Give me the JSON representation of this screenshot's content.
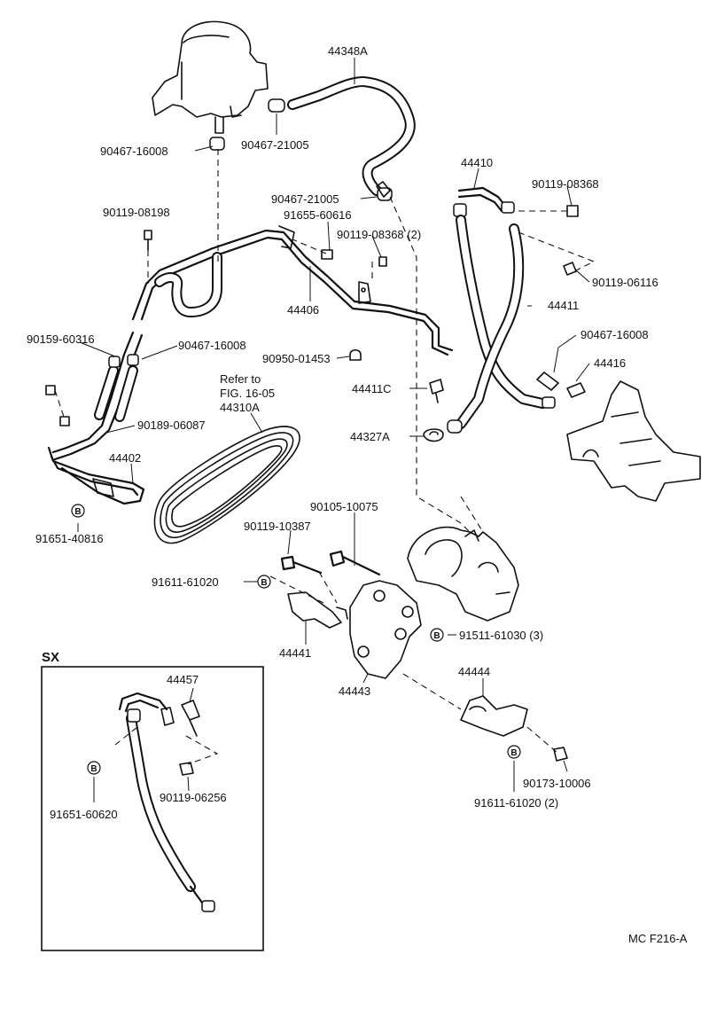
{
  "labels": {
    "p44348A": "44348A",
    "p90467_16008_top": "90467-16008",
    "p90467_21005_top": "90467-21005",
    "p90467_21005_mid": "90467-21005",
    "p90119_08198": "90119-08198",
    "p91655_60616": "91655-60616",
    "p90119_08368_2": "90119-08368 (2)",
    "p44406": "44406",
    "p44410": "44410",
    "p90119_08368": "90119-08368",
    "p90119_06116": "90119-06116",
    "p44411": "44411",
    "p90467_16008_right": "90467-16008",
    "p44416": "44416",
    "p90159_60316": "90159-60316",
    "p90467_16008_left": "90467-16008",
    "p90950_01453": "90950-01453",
    "refer_line1": "Refer to",
    "refer_line2": "FIG. 16-05",
    "p44310A": "44310A",
    "p44411C": "44411C",
    "p44327A": "44327A",
    "p90189_06087": "90189-06087",
    "p44402": "44402",
    "p91651_40816": "91651-40816",
    "p90105_10075": "90105-10075",
    "p90119_10387": "90119-10387",
    "p91611_61020": "91611-61020",
    "p91511_61030_3": "91511-61030 (3)",
    "p44441": "44441",
    "p44443": "44443",
    "p44444": "44444",
    "p90173_10006": "90173-10006",
    "p91611_61020_2": "91611-61020 (2)",
    "sx_title": "SX",
    "p44457": "44457",
    "p91651_60620": "91651-60620",
    "p90119_06256": "90119-06256",
    "figure_code": "MC F216-A"
  },
  "b_marker": "B"
}
